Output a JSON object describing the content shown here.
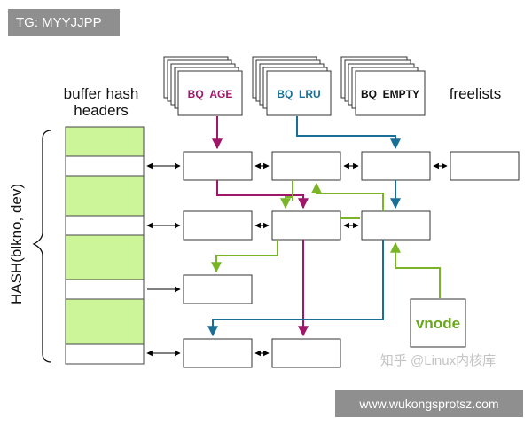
{
  "watermark": {
    "tag": "TG: MYYJJPP",
    "url": "www.wukongsprotsz.com",
    "site": "知乎 @Linux内核库"
  },
  "labels": {
    "hash_headers_line1": "buffer hash",
    "hash_headers_line2": "headers",
    "hash_func": "HASH(blkno, dev)",
    "freelists": "freelists",
    "vnode": "vnode"
  },
  "freelists": {
    "age": "BQ_AGE",
    "lru": "BQ_LRU",
    "empty": "BQ_EMPTY"
  },
  "colors": {
    "age": "#a0176a",
    "lru": "#1a6f96",
    "vnode": "#7ab527",
    "header_fill": "#ccf59a"
  }
}
